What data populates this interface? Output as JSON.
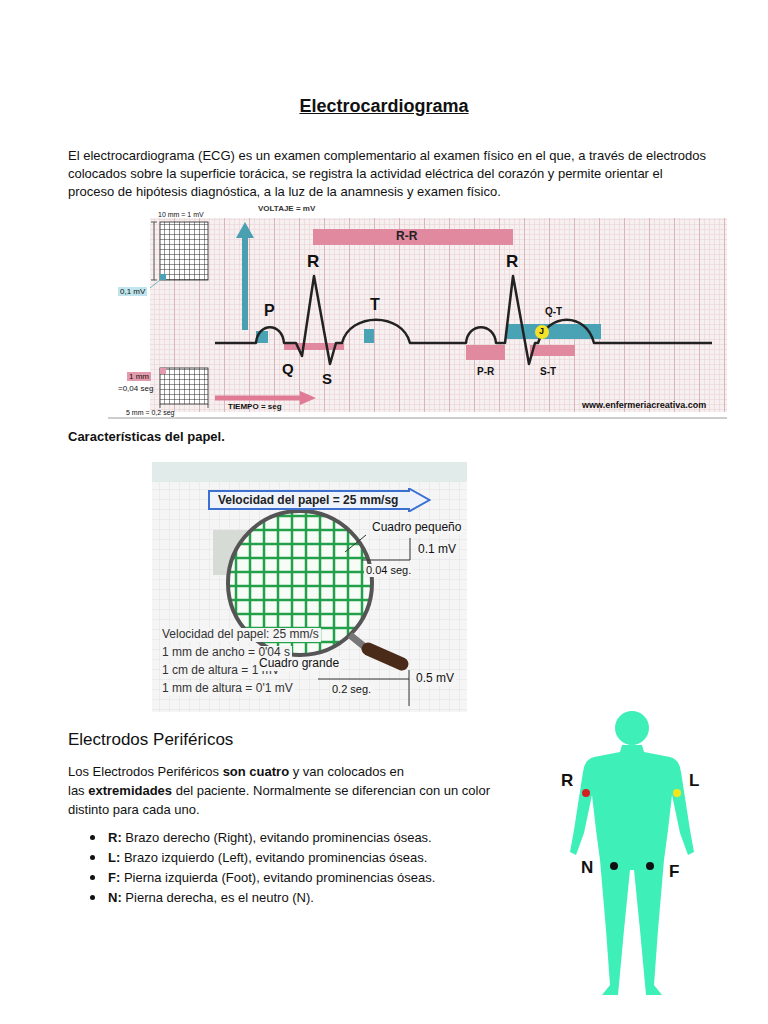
{
  "diagram": {
    "title": "Electrocardiograma",
    "nodes": [
      {
        "text": [
          "Velocidad del papel = 25 mm/sg"
        ]
      }
    ],
    "labels": [
      "El electrocardiograma (ECG) es un examen complementario al examen físico en el que, a través de electrodos colocados sobre la superficie torácica, se registra la actividad eléctrica del corazón y permite orientar el proceso de hipótesis diagnóstica, a la luz de la anamnesis y examen físico.",
      "VOLTAJE = mV",
      "10 mm = 1 mV",
      "R-R",
      "R",
      "R",
      "P",
      "T",
      "Q-T",
      "J",
      "0,1 mV",
      "Q",
      "S",
      "P-R",
      "S-T",
      "1 mm",
      "=0,04 seg",
      "5 mm = 0,2 seg",
      "TIEMPO = seg",
      "www.enfermeriacreativa.com",
      "Características del papel.",
      "Cuadro pequeño",
      "0.1 mV",
      "0.04 seg.",
      "Velocidad del papel: 25 mm/s",
      "1 mm de ancho = 0'04 s",
      "1 cm de altura = 1 mV",
      "1 mm de altura = 0'1 mV",
      "Cuadro grande",
      "0.2 seg.",
      "0.5 mV",
      "Electrodos Periféricos",
      "Los Electrodos Periféricos",
      "son cuatro",
      "y van colocados en las",
      "extremidades",
      "del paciente. Normalmente se diferencian con un color distinto para cada uno.",
      "R:",
      "Brazo derecho (Right), evitando prominencias óseas.",
      "L:",
      "Brazo izquierdo (Left), evitando prominencias óseas.",
      "F:",
      "Pierna izquierda (Foot), evitando prominencias óseas.",
      "N:",
      "Pierna derecha, es el neutro (N).",
      "R",
      "L",
      "N",
      "F"
    ]
  }
}
